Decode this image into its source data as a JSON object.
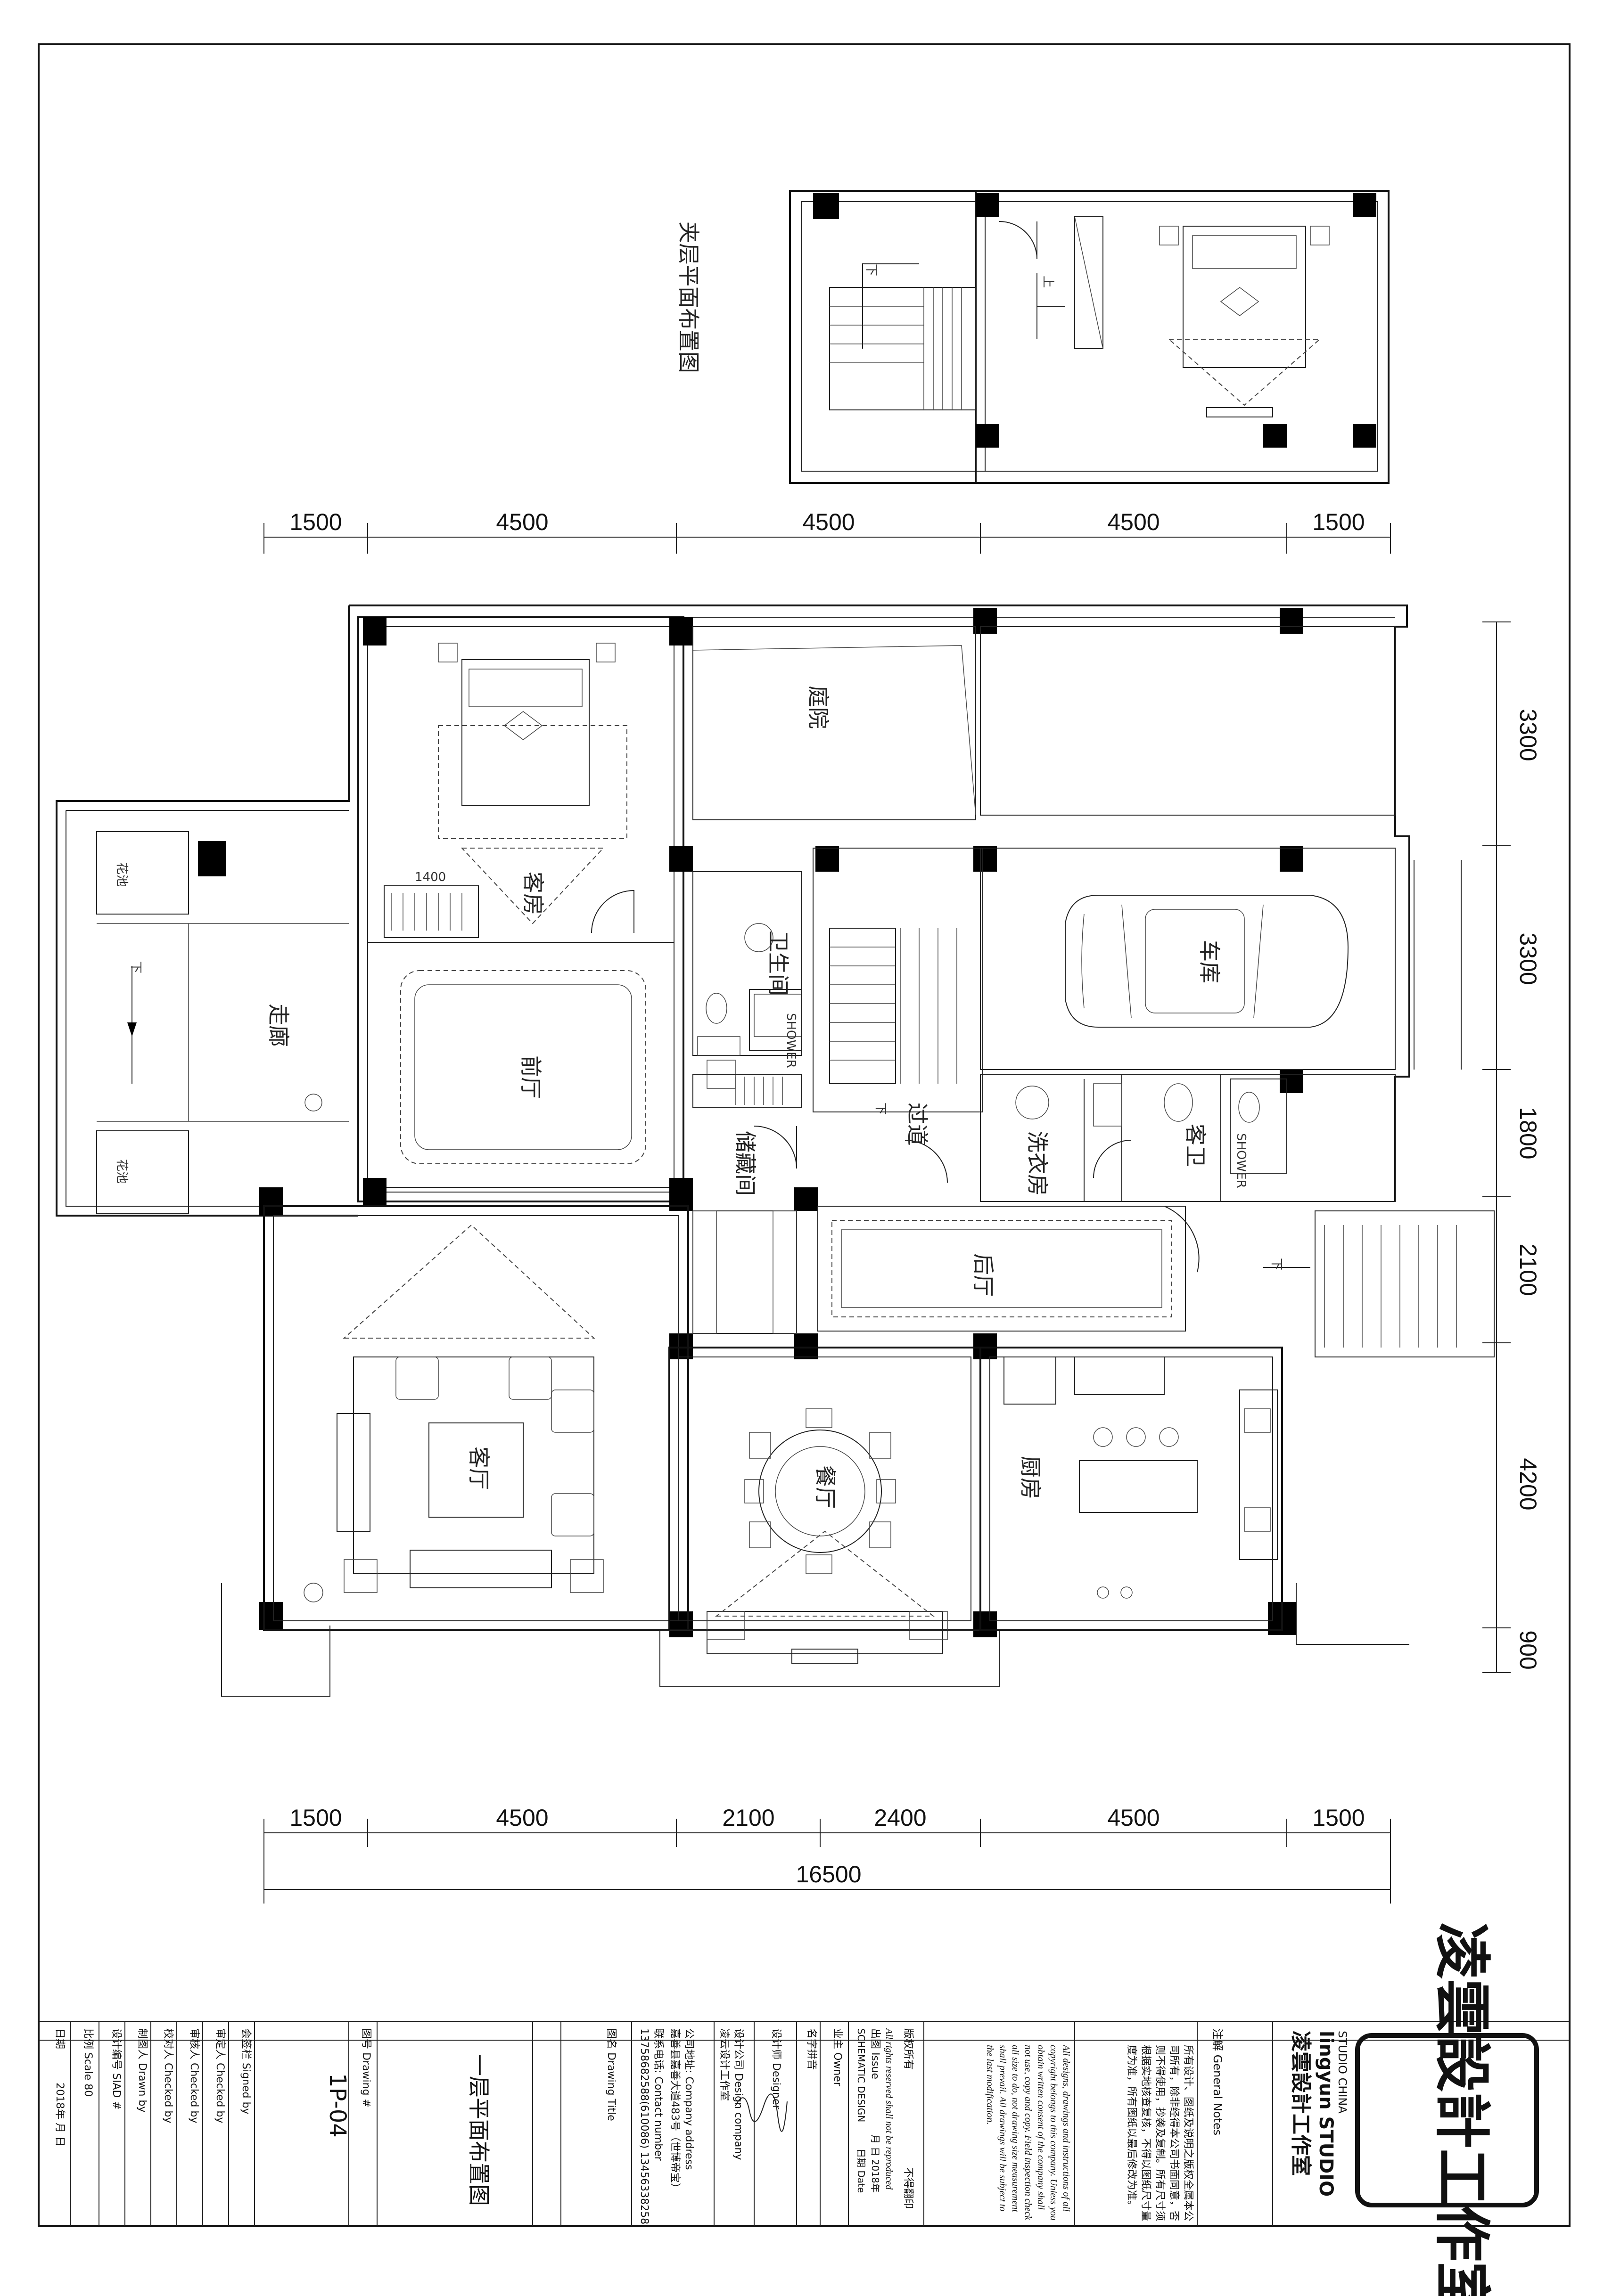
{
  "mezzanine": {
    "title": "夹层平面布置图"
  },
  "dims": {
    "top": [
      "1500",
      "4500",
      "4500",
      "4500",
      "1500"
    ],
    "bottom": [
      "1500",
      "4500",
      "2100",
      "2400",
      "4500",
      "1500"
    ],
    "total": "16500",
    "right": [
      "3300",
      "3300",
      "1800",
      "2100",
      "4200",
      "900"
    ],
    "wardrobe": "1400"
  },
  "rooms": {
    "guest_bedroom": "客房",
    "living_room": "客厅",
    "dining_room": "餐厅",
    "kitchen": "厨房",
    "hall": "前厅",
    "rear_hall": "后厅",
    "corridor": "过道",
    "garage": "车库",
    "terrace": "走廊",
    "bathroom_1": "卫生间",
    "bathroom_2": "客卫",
    "laundry": "洗衣房",
    "storage": "储藏间",
    "void": "庭院",
    "shower_1": "SHOWER",
    "shower_2": "SHOWER",
    "planter_1": "花池",
    "planter_2": "花池",
    "down_1": "下",
    "down_2": "下",
    "down_3": "下",
    "down_4": "下",
    "up_1": "上"
  },
  "title_block": {
    "logo": "凌雲設計工作室",
    "studio_en": "lingyun STUDIO",
    "studio_sub": "STUDIO CHINA",
    "notes_label": "注解 General Notes",
    "notes_cn": "所有设计、图纸及说明之版权全属本公司所有，除非经得本公司书面同意，否则不得使用，抄袭及复制。所有尺寸须根据实地核查复核，不得以图纸尺寸量度为准，所有图纸以最后修改为准。",
    "notes_en": "All designs, drawings and instructions of all copyright belongs to this company. Unless you obtain written consent of the company shall not use, copy and copy. Field inspection check all size to do, not drawing size measurement shall prevail. All drawings will be subject to the last modification.",
    "copyright": "版权所有",
    "no_copy": "不得翻印",
    "rights_en": "All rights reserved shall not be reproduced",
    "issue_label": "出图 Issue",
    "issue_value": "SCHEMATIC DESIGN",
    "date_label": "日期 Date",
    "date_value": "月    日  2018年",
    "owner_label": "业主 Owner",
    "owner_value": "",
    "project_label": "名字拼音",
    "designer_label": "设计师 Designer",
    "design_company_label": "设计公司 Design company",
    "design_company_value": "凌云设计工作室",
    "company_address_label": "公司地址: Company address",
    "company_address_value": "嘉善县嘉善大道483号（世博帝宝）",
    "contact_label": "联系电话: Contact number",
    "contact_value": "13758682588(610086)    13456338258",
    "drawing_title_label": "图名 Drawing Title",
    "drawing_title_value": "一层平面布置图",
    "drawing_no_label": "图号 Drawing #",
    "drawing_no_value": "1P-04",
    "signed_label": "会签栏  Signed by",
    "sheet_label": "设计编号  SIAD #",
    "approved_label": "审定人  Checked by",
    "reviewed_label": "审核人  Checked by",
    "checked_label": "校对人  Checked by",
    "drawn_label": "制图人  Drawn by",
    "scale_label": "比例 Scale 80",
    "date2_label": "日期",
    "date2_value": "2018年    月    日"
  }
}
